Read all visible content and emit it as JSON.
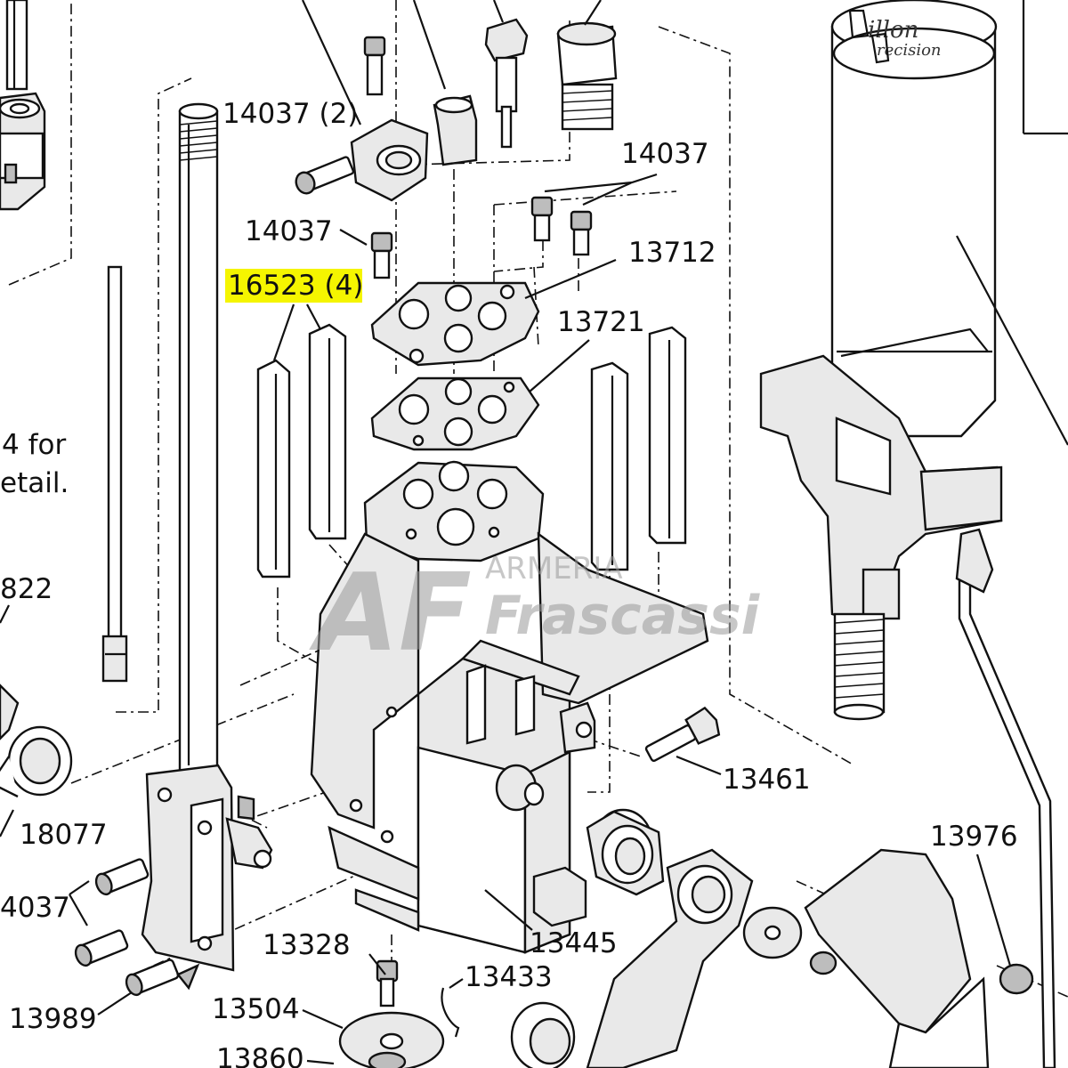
{
  "diagram": {
    "callouts": {
      "c14037_2": "14037 (2)",
      "c14037_top_right": "14037",
      "c14037_mid": "14037",
      "c16523": "16523 (4)",
      "c13712": "13712",
      "c13721": "13721",
      "c822": "822",
      "c18077": "18077",
      "c4037": "4037",
      "c13989": "13989",
      "c13328": "13328",
      "c13433": "13433",
      "c13504": "13504",
      "c13860": "13860",
      "c13445": "13445",
      "c13461": "13461",
      "c13976": "13976"
    },
    "side_note": {
      "line1": "4 for",
      "line2": "etail."
    },
    "highlight_color": "#f5f500",
    "hopper_brand_line1": "illon",
    "hopper_brand_line2": "recision",
    "watermark_line1": "ARMERIA",
    "watermark_line2": "Frascassi",
    "watermark_initials": "AF"
  }
}
